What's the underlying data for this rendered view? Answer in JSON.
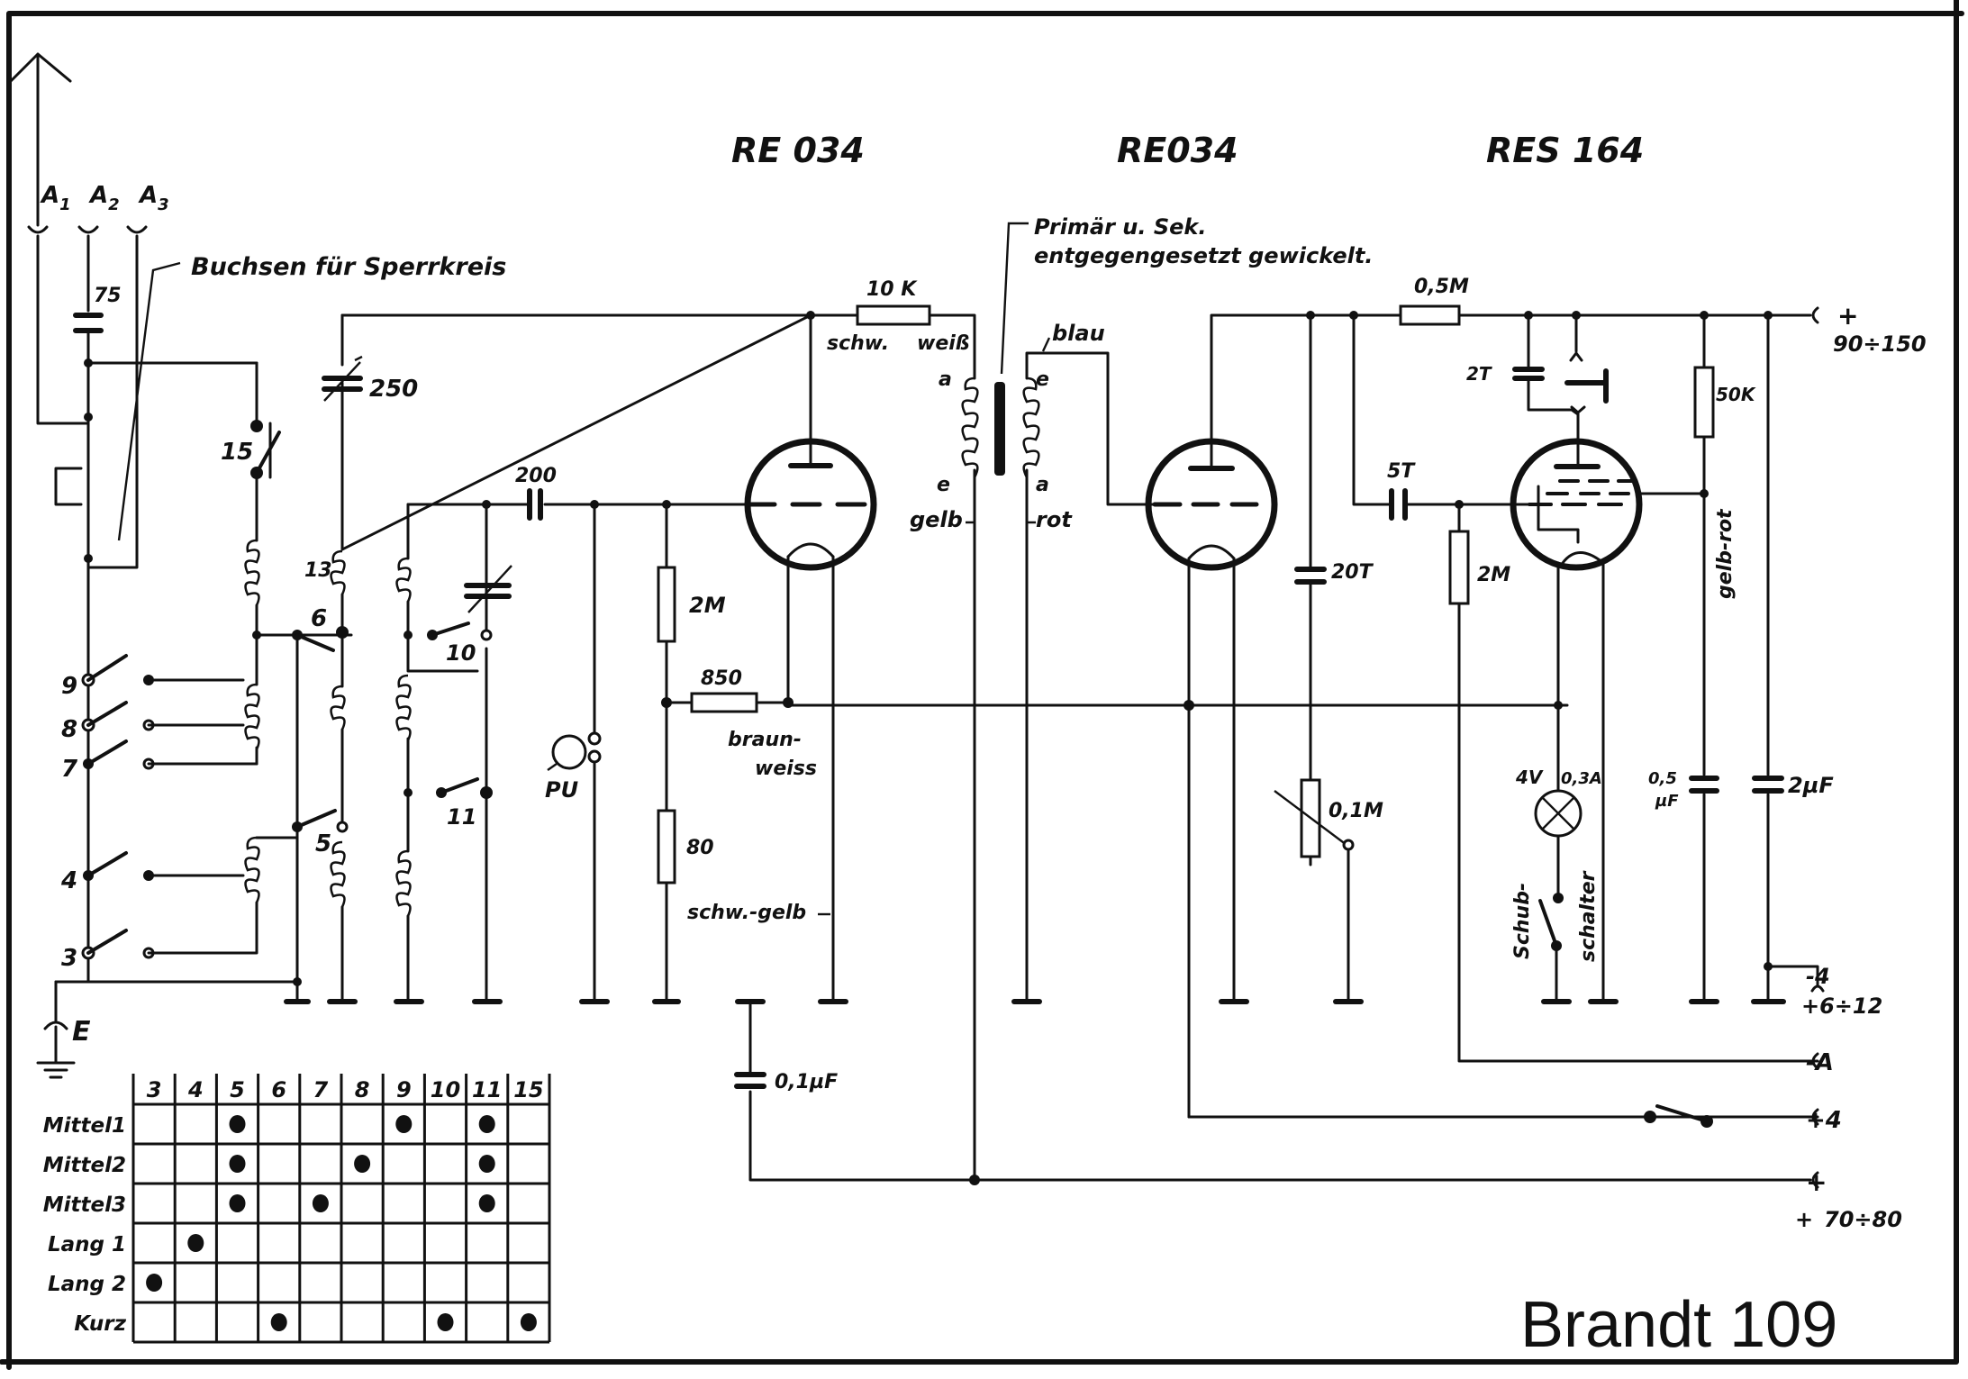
{
  "diagram": {
    "title": "Brandt 109",
    "tubes": [
      {
        "id": "v1",
        "label": "RE 034"
      },
      {
        "id": "v2",
        "label": "RE034"
      },
      {
        "id": "v3",
        "label": "RES 164"
      }
    ],
    "antenna": {
      "sockets": [
        "A1",
        "A2",
        "A3"
      ],
      "sockets_display": [
        {
          "main": "A",
          "sub": "1"
        },
        {
          "main": "A",
          "sub": "2"
        },
        {
          "main": "A",
          "sub": "3"
        }
      ],
      "note": "Buchsen für Sperrkreis",
      "earth": "E"
    },
    "components": {
      "c_antenna": "75",
      "c_tune_var": "250",
      "c_coupling": "200",
      "r_plate1": "10 K",
      "r_grid1": "2M",
      "r_bias1": "850",
      "r_bias2": "80",
      "c_bypass": "0,1µF",
      "c_20t": "20T",
      "pot": "0,1M",
      "r_05m": "0,5M",
      "c_5t": "5T",
      "r_grid3": "2M",
      "c_2t": "2T",
      "r_50k": "50K",
      "c_05uf_a": "0,5",
      "c_05uf_b": "µF",
      "c_2uf": "2µF",
      "lamp_v": "4V",
      "lamp_a": "0,3A",
      "pu": "PU"
    },
    "switch_numbers": {
      "s15": "15",
      "s6": "6",
      "s13": "13",
      "s10": "10",
      "s11": "11",
      "s5": "5",
      "s9": "9",
      "s8": "8",
      "s7": "7",
      "s4": "4",
      "s3": "3"
    },
    "transformer": {
      "note_line1": "Primär u. Sek.",
      "note_line2": "entgegengesetzt gewickelt.",
      "prim_top": "a",
      "prim_bottom": "e",
      "sec_top": "e",
      "sec_bottom": "a",
      "wire_weiss": "weiß",
      "wire_blau": "blau",
      "wire_gelb": "gelb",
      "wire_rot": "rot"
    },
    "wire_colors": {
      "schw": "schw.",
      "braun_weiss_1": "braun-",
      "braun_weiss_2": "weiss",
      "schw_gelb": "schw.-gelb",
      "gelb_rot": "gelb-rot",
      "schub_1": "Schub-",
      "schub_2": "schalter"
    },
    "terminals": [
      {
        "id": "hv",
        "sign": "+",
        "value": "90÷150"
      },
      {
        "id": "grid_bias",
        "sign": "-4",
        "value": "+6÷12"
      },
      {
        "id": "minus_a",
        "sign": "-A",
        "value": ""
      },
      {
        "id": "plus_4",
        "sign": "+4",
        "value": ""
      },
      {
        "id": "plus_70",
        "sign": "+",
        "value": "70÷80",
        "prefix": "+"
      }
    ],
    "switch_table": {
      "columns": [
        "3",
        "4",
        "5",
        "6",
        "7",
        "8",
        "9",
        "10",
        "11",
        "15"
      ],
      "rows": [
        {
          "label": "Mittel1",
          "on": [
            "5",
            "9",
            "11"
          ]
        },
        {
          "label": "Mittel2",
          "on": [
            "5",
            "8",
            "11"
          ]
        },
        {
          "label": "Mittel3",
          "on": [
            "5",
            "7",
            "11"
          ]
        },
        {
          "label": "Lang 1",
          "on": [
            "4"
          ]
        },
        {
          "label": "Lang 2",
          "on": [
            "3"
          ]
        },
        {
          "label": "Kurz",
          "on": [
            "6",
            "10",
            "15"
          ]
        }
      ]
    }
  }
}
